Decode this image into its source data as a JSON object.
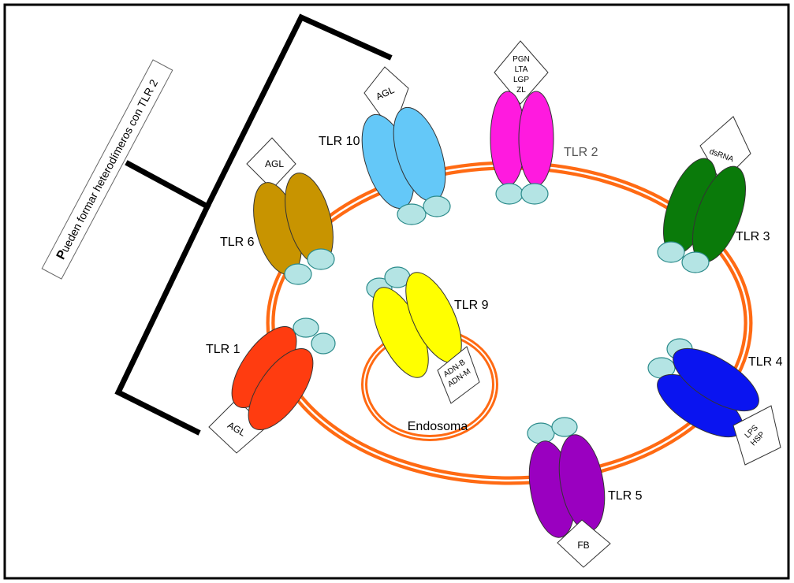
{
  "colors": {
    "membrane": "#ff6a13",
    "bracket": "#000000",
    "cd_domain": "#b4e4e4",
    "tlr1": "#ff3c10",
    "tlr2": "#ff1adf",
    "tlr3": "#0a7a0a",
    "tlr4": "#0a14f0",
    "tlr5": "#9a00c0",
    "tlr6": "#c89400",
    "tlr9": "#ffff00",
    "tlr10": "#64c8f8"
  },
  "side_note": {
    "bold_letter": "P",
    "rest": "ueden formar heterodímeros con TLR 2"
  },
  "endosome": {
    "label": "Endosoma"
  },
  "receptors": {
    "tlr1": {
      "label": "TLR 1",
      "ligand": [
        "AGL"
      ]
    },
    "tlr2": {
      "label": "TLR 2",
      "ligand": [
        "PGN",
        "LTA",
        "LGP",
        "ZL"
      ]
    },
    "tlr3": {
      "label": "TLR 3",
      "ligand": [
        "dsRNA"
      ]
    },
    "tlr4": {
      "label": "TLR 4",
      "ligand": [
        "LPS",
        "HSP"
      ]
    },
    "tlr5": {
      "label": "TLR 5",
      "ligand": [
        "FB"
      ]
    },
    "tlr6": {
      "label": "TLR 6",
      "ligand": [
        "AGL"
      ]
    },
    "tlr9": {
      "label": "TLR 9",
      "ligand": [
        "ADN-B",
        "ADN-M"
      ]
    },
    "tlr10": {
      "label": "TLR 10",
      "ligand": [
        "AGL"
      ]
    }
  }
}
